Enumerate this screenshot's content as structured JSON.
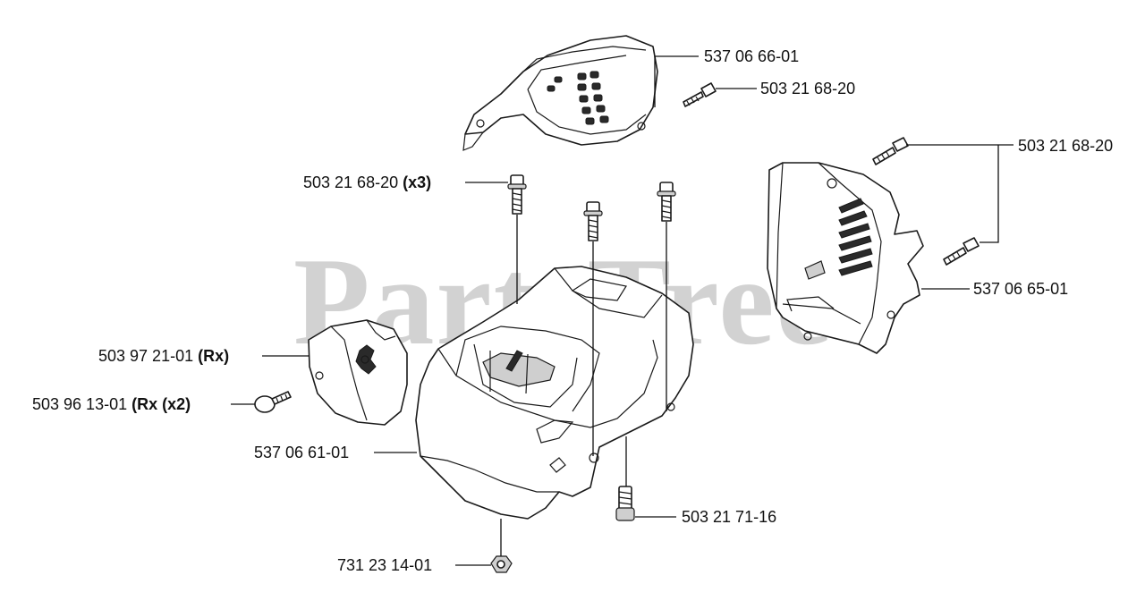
{
  "watermark": "PartsTree",
  "labels": {
    "top_cover": {
      "part": "537 06 66-01",
      "note": ""
    },
    "top_screw": {
      "part": "503 21 68-20",
      "note": ""
    },
    "right_screws": {
      "part": "503 21 68-20",
      "note": ""
    },
    "right_cover": {
      "part": "537 06 65-01",
      "note": ""
    },
    "center_screws": {
      "part": "503 21 68-20",
      "note": "(x3)"
    },
    "choke_cover": {
      "part": "503 97 21-01",
      "note": "(Rx)"
    },
    "choke_screw": {
      "part": "503 96 13-01",
      "note": "(Rx (x2)"
    },
    "main_housing": {
      "part": "537 06 61-01",
      "note": ""
    },
    "bottom_screw": {
      "part": "503 21 71-16",
      "note": ""
    },
    "nut": {
      "part": "731 23 14-01",
      "note": ""
    }
  }
}
